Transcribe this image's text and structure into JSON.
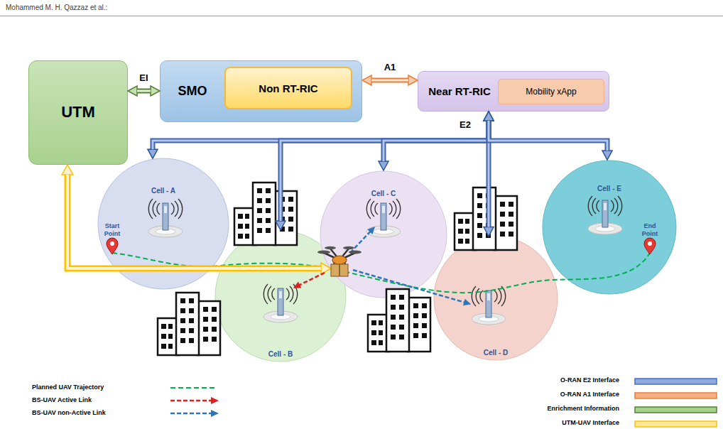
{
  "diagram": {
    "nodes": [
      {
        "text": [
          "UTM"
        ]
      },
      {
        "text": [
          "SMO"
        ]
      },
      {
        "text": [
          "Non RT-RIC"
        ],
        "in": 1
      },
      {
        "text": [
          "Near RT-RIC"
        ]
      },
      {
        "text": [
          "Mobility xApp"
        ],
        "in": 3
      },
      {
        "text": [
          "Cell - A"
        ]
      },
      {
        "text": [
          "Cell - B"
        ]
      },
      {
        "text": [
          "Cell - C"
        ]
      },
      {
        "text": [
          "Cell - D"
        ]
      },
      {
        "text": [
          "Cell - E"
        ]
      }
    ],
    "edges": [
      {
        "from": 0,
        "to": 1,
        "arrow": "both",
        "label": "EI"
      },
      {
        "from": 1,
        "to": 3,
        "arrow": "both",
        "label": "A1"
      },
      {
        "from": 3,
        "to": 5,
        "arrow": "both"
      },
      {
        "from": 3,
        "to": 6,
        "arrow": "both"
      },
      {
        "from": 3,
        "to": 7,
        "arrow": "both"
      },
      {
        "from": 3,
        "to": 8,
        "arrow": "both"
      },
      {
        "from": 3,
        "to": 9,
        "arrow": "both"
      }
    ],
    "labels": [
      "Mohammed M. H. Qazzaz et al.:",
      "E2",
      "Start Point",
      "End Point"
    ],
    "legend": [
      {
        "text": "Planned UAV Trajectory"
      },
      {
        "text": "BS-UAV Active Link"
      },
      {
        "text": "BS-UAV non-Active Link"
      },
      {
        "text": "O-RAN E2 Interface",
        "color": "#8faadc"
      },
      {
        "text": "O-RAN A1 Interface",
        "color": "#f4b183"
      },
      {
        "text": "Enrichment Information",
        "color": "#a9d18e"
      },
      {
        "text": "UTM-UAV Interface",
        "color": "#ffe699"
      }
    ]
  }
}
